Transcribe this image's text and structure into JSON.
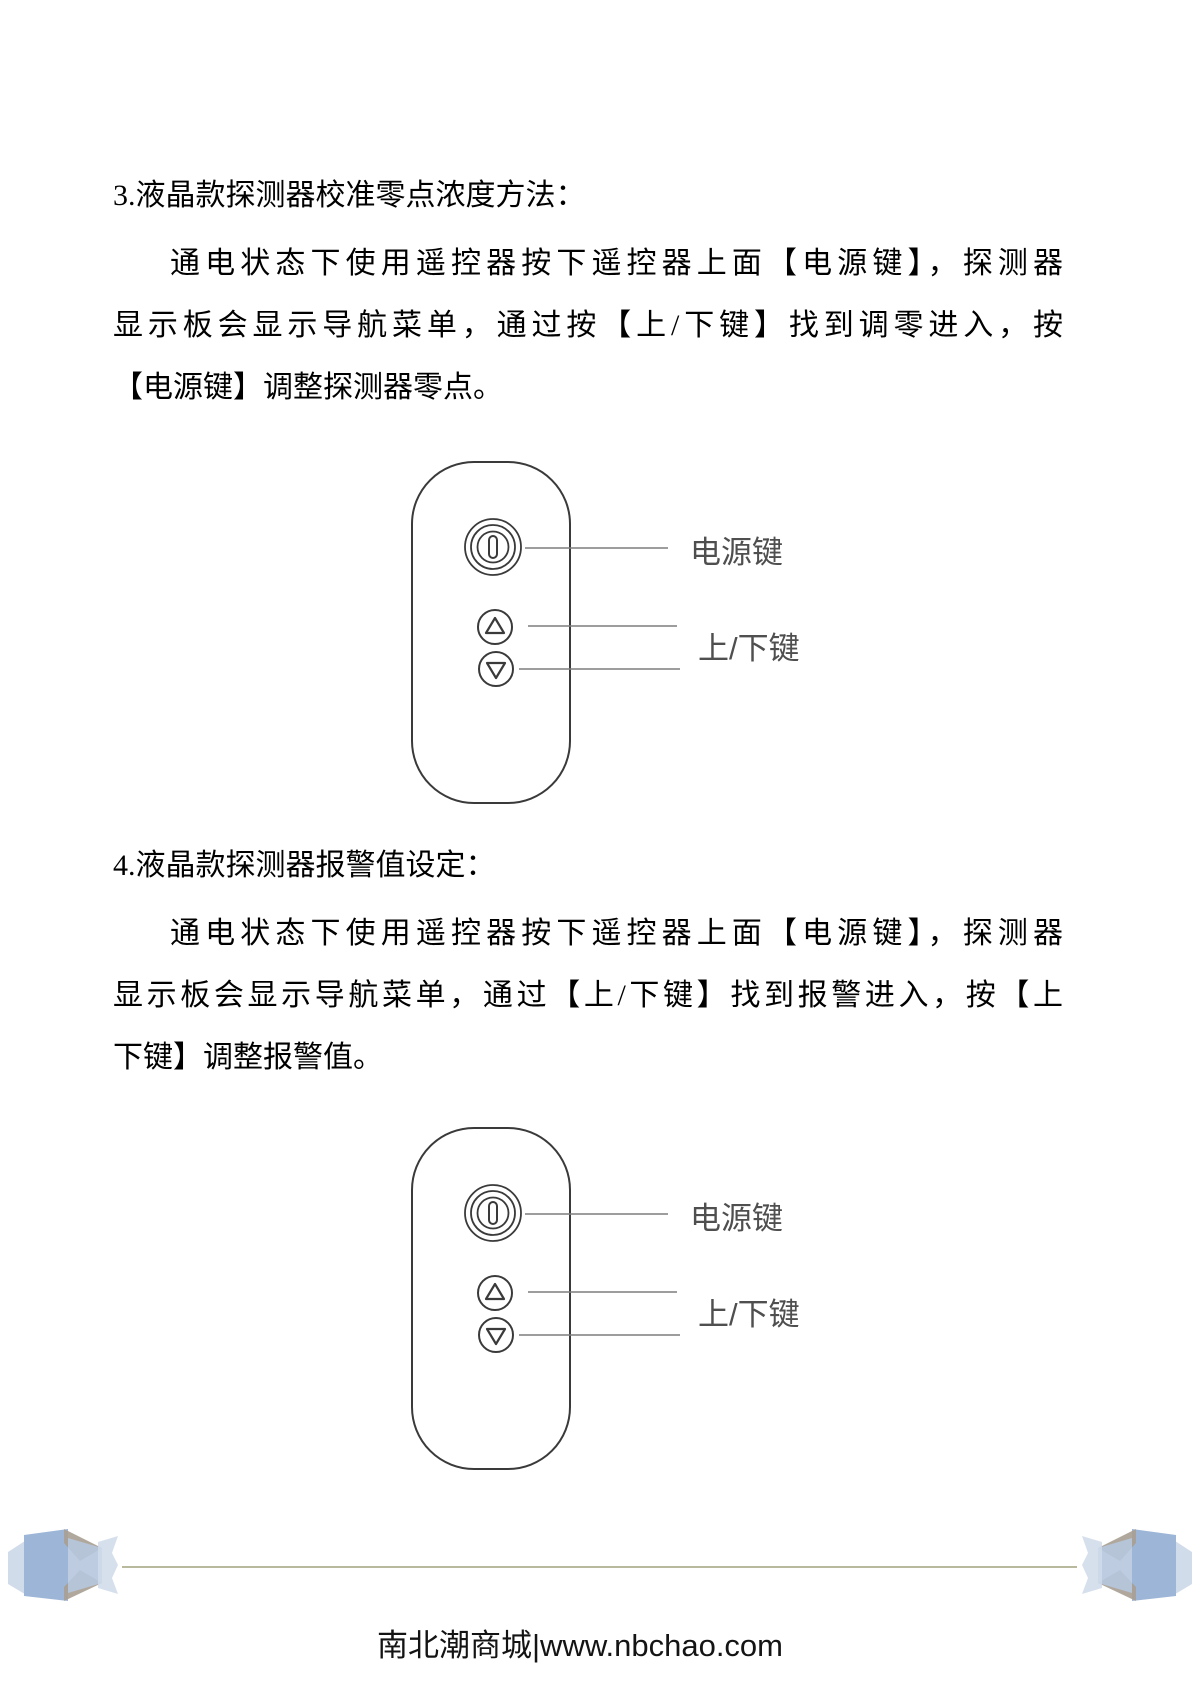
{
  "sections": [
    {
      "heading": "3.液晶款探测器校准零点浓度方法：",
      "lines": [
        "通电状态下使用遥控器按下遥控器上面【电源键】，探测器",
        "显示板会显示导航菜单，通过按【上/下键】找到调零进入，按",
        "【电源键】调整探测器零点。"
      ]
    },
    {
      "heading": "4.液晶款探测器报警值设定：",
      "lines": [
        "通电状态下使用遥控器按下遥控器上面【电源键】，探测器",
        "显示板会显示导航菜单，通过【上/下键】找到报警进入，按【上",
        "下键】调整报警值。"
      ]
    }
  ],
  "figures": [
    {
      "power_label": "电源键",
      "updown_label": "上/下键"
    },
    {
      "power_label": "电源键",
      "updown_label": "上/下键"
    }
  ],
  "footer": {
    "site_text": "南北潮商城|www.nbchao.com"
  },
  "colors": {
    "page_bg": "#ffffff",
    "body_text": "#000000",
    "diagram_outline": "#3a3a3a",
    "callout_line": "#7d7d7d",
    "diagram_label": "#4f4f4f",
    "footer_rule": "#b9b99e",
    "footer_text": "#141414",
    "deco1": "#ccd8e9",
    "deco2": "#9db6d7",
    "deco3": "#a89f92",
    "deco4": "#b6c6dd",
    "deco5": "#cfdaea"
  }
}
